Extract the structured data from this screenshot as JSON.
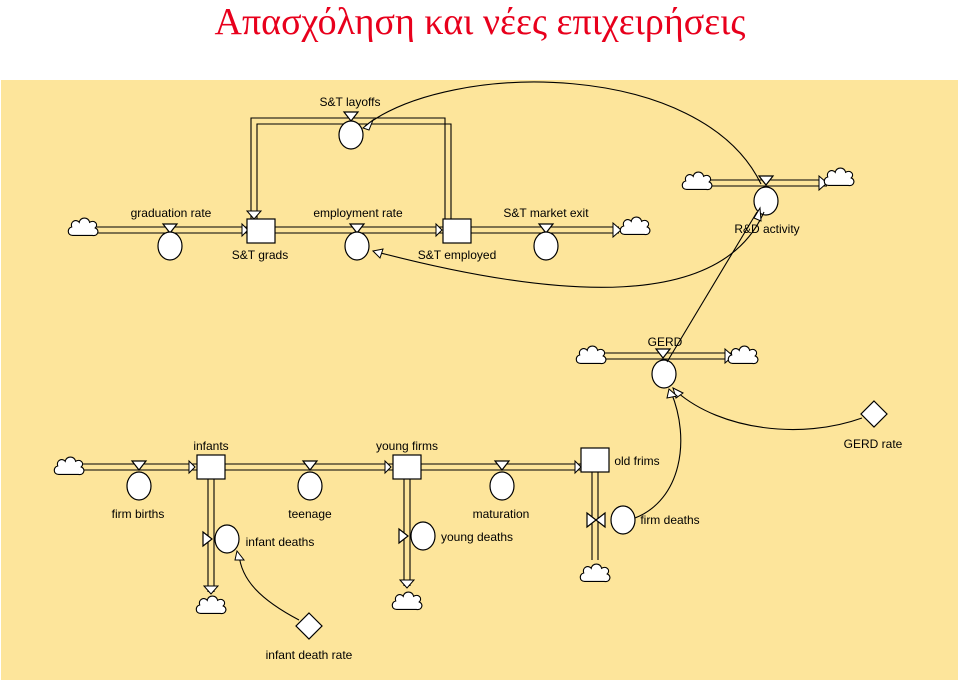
{
  "title": "Απασχόληση και νέες επιχειρήσεις",
  "labels": {
    "st_layoffs": "S&T layoffs",
    "graduation_rate": "graduation rate",
    "employment_rate": "employment rate",
    "st_market_exit": "S&T market exit",
    "rd_activity": "R&D activity",
    "st_grads": "S&T grads",
    "st_employed": "S&T employed",
    "gerd": "GERD",
    "gerd_rate": "GERD rate",
    "infants": "infants",
    "young_firms": "young firms",
    "old_frims": "old frims",
    "firm_births": "firm births",
    "teenage": "teenage",
    "maturation": "maturation",
    "firm_deaths": "firm deaths",
    "infant_deaths": "infant deaths",
    "young_deaths": "young deaths",
    "infant_death_rate": "infant death rate"
  },
  "colors": {
    "title": "#e8001c",
    "background": "#fde59b"
  }
}
